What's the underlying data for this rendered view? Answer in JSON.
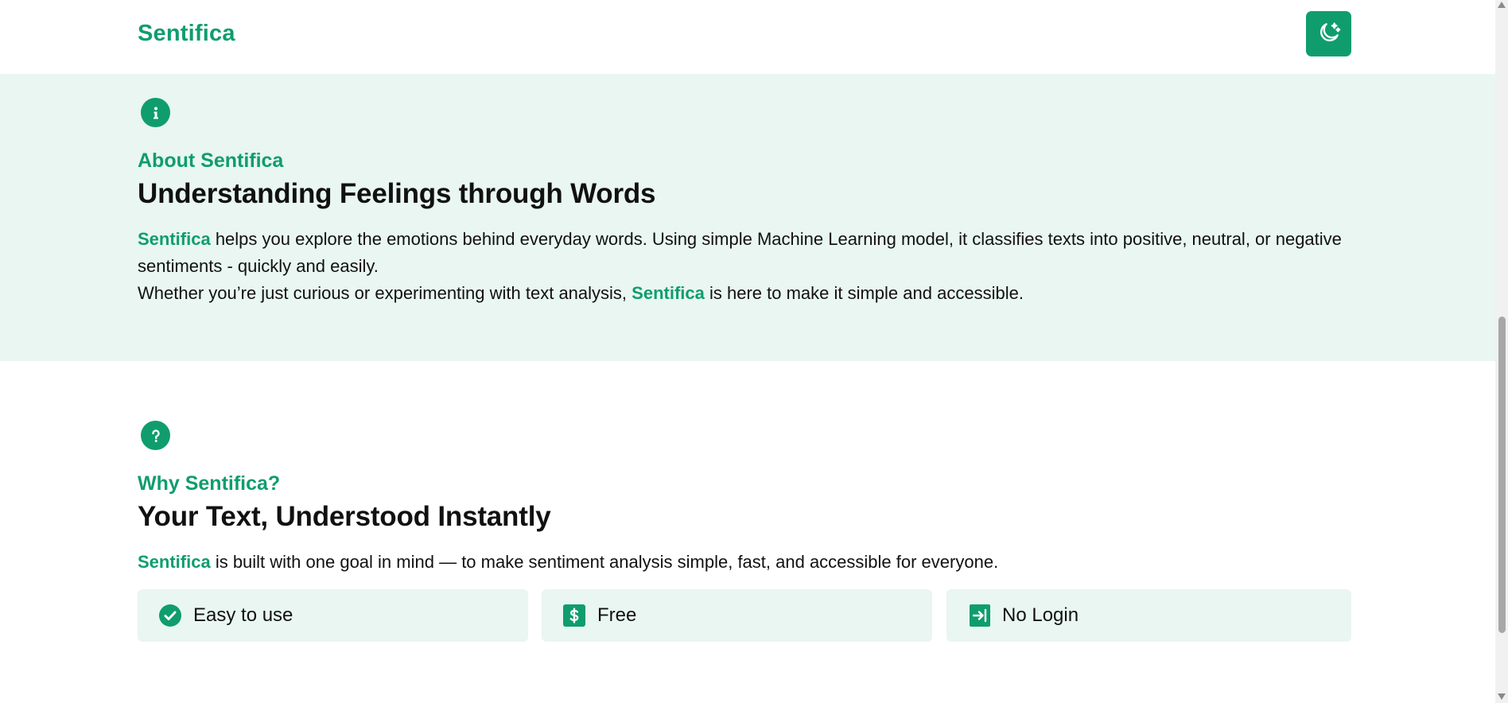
{
  "header": {
    "brand": "Sentifica",
    "theme_toggle_icon": "moon-stars-icon"
  },
  "about": {
    "icon": "info-icon",
    "eyebrow": "About Sentifica",
    "heading": "Understanding Feelings through Words",
    "p1_highlight": "Sentifica",
    "p1_text": " helps you explore the emotions behind everyday words. Using simple Machine Learning model, it classifies texts into positive, neutral, or negative sentiments - quickly and easily.",
    "p2_text_a": "Whether you’re just curious or experimenting with text analysis, ",
    "p2_highlight": "Sentifica",
    "p2_text_b": " is here to make it simple and accessible."
  },
  "why": {
    "icon": "question-icon",
    "eyebrow": "Why Sentifica?",
    "heading": "Your Text, Understood Instantly",
    "p_highlight": "Sentifica",
    "p_text": " is built with one goal in mind — to make sentiment analysis simple, fast, and accessible for everyone.",
    "features": [
      {
        "label": "Easy to use",
        "icon": "check-circle-icon"
      },
      {
        "label": "Free",
        "icon": "dollar-icon"
      },
      {
        "label": "No Login",
        "icon": "login-arrow-icon"
      }
    ]
  },
  "colors": {
    "accent": "#0f9d6e",
    "section_bg": "#e9f6f1"
  }
}
